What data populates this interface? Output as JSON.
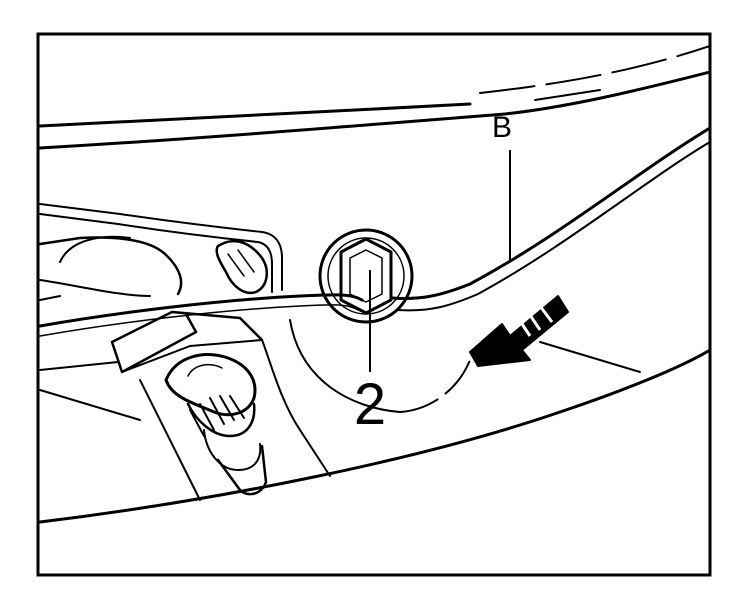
{
  "figure": {
    "callouts": [
      {
        "id": "B",
        "text": "B"
      },
      {
        "id": "2",
        "text": "2"
      }
    ],
    "colors": {
      "line": "#000000",
      "background": "#ffffff",
      "arrow_fill": "#000000"
    },
    "arrow_direction": "left"
  }
}
